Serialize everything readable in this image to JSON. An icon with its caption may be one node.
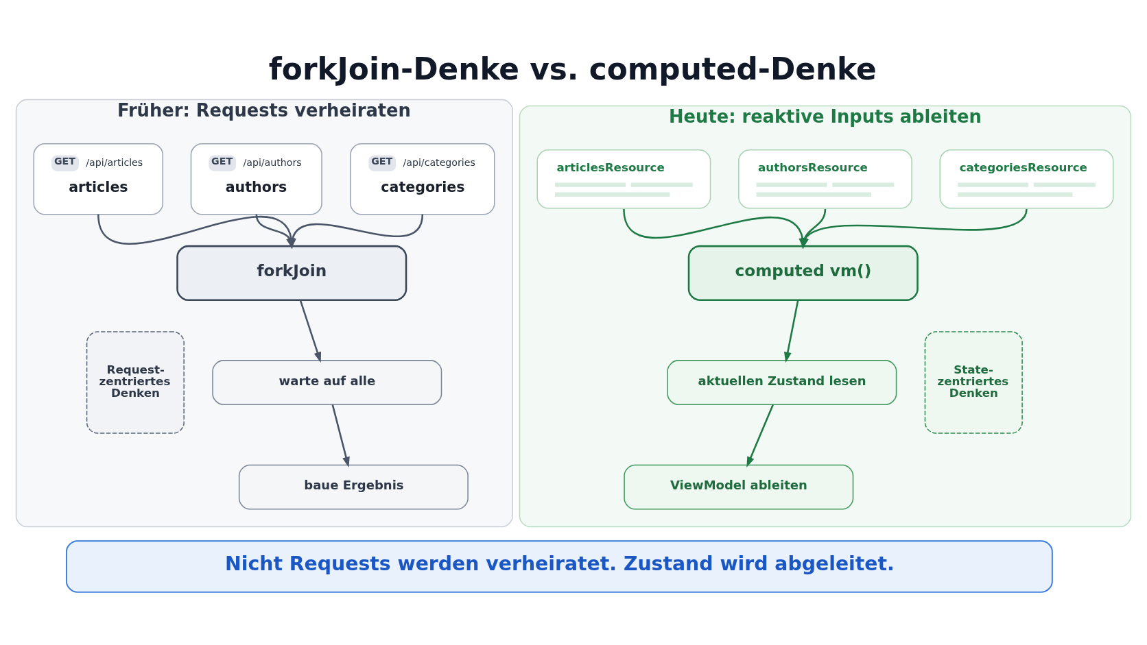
{
  "diagram": {
    "title": "forkJoin-Denke vs. computed-Denke",
    "nodes": [
      {
        "text": [
          "Früher: Requests verheiraten"
        ]
      },
      {
        "text": [
          "GET",
          "/api/articles",
          "articles"
        ],
        "in": 0
      },
      {
        "text": [
          "GET",
          "/api/authors",
          "authors"
        ],
        "in": 0
      },
      {
        "text": [
          "GET",
          "/api/categories",
          "categories"
        ],
        "in": 0
      },
      {
        "text": [
          "forkJoin"
        ],
        "in": 0
      },
      {
        "text": [
          "warte auf alle"
        ],
        "in": 0
      },
      {
        "text": [
          "baue Ergebnis"
        ],
        "in": 0
      },
      {
        "text": [
          "Request-zentriertes Denken"
        ],
        "in": 0
      },
      {
        "text": [
          "Heute: reaktive Inputs ableiten"
        ]
      },
      {
        "text": [
          "articlesResource"
        ],
        "in": 8
      },
      {
        "text": [
          "authorsResource"
        ],
        "in": 8
      },
      {
        "text": [
          "categoriesResource"
        ],
        "in": 8
      },
      {
        "text": [
          "computed vm()"
        ],
        "in": 8
      },
      {
        "text": [
          "aktuellen Zustand lesen"
        ],
        "in": 8
      },
      {
        "text": [
          "ViewModel ableiten"
        ],
        "in": 8
      },
      {
        "text": [
          "State-zentriertes Denken"
        ],
        "in": 8
      },
      {
        "text": [
          "Nicht Requests werden verheiratet. Zustand wird abgeleitet."
        ]
      }
    ],
    "edges": [
      {
        "from": 1,
        "to": 4,
        "arrow": "to"
      },
      {
        "from": 2,
        "to": 4,
        "arrow": "to"
      },
      {
        "from": 3,
        "to": 4,
        "arrow": "to"
      },
      {
        "from": 4,
        "to": 5,
        "arrow": "to"
      },
      {
        "from": 5,
        "to": 6,
        "arrow": "to"
      },
      {
        "from": 9,
        "to": 12,
        "arrow": "to",
        "color": "#1e7a45"
      },
      {
        "from": 10,
        "to": 12,
        "arrow": "to",
        "color": "#1e7a45"
      },
      {
        "from": 11,
        "to": 12,
        "arrow": "to",
        "color": "#1e7a45"
      },
      {
        "from": 12,
        "to": 13,
        "arrow": "to",
        "color": "#1e7a45"
      },
      {
        "from": 13,
        "to": 14,
        "arrow": "to",
        "color": "#1e7a45"
      }
    ]
  }
}
